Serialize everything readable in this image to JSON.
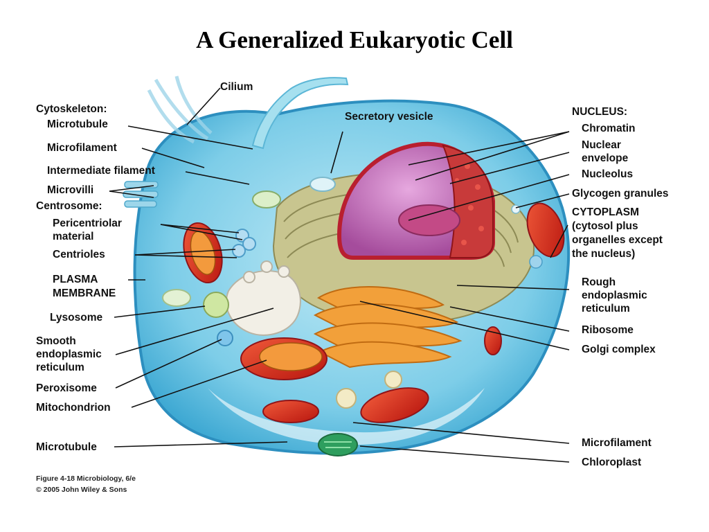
{
  "title": "A Generalized Eukaryotic Cell",
  "labels": {
    "cilium": "Cilium",
    "cytoskeleton": "Cytoskeleton:",
    "microtubule_top": "Microtubule",
    "microfilament_left": "Microfilament",
    "intermediate_filament": "Intermediate filament",
    "microvilli": "Microvilli",
    "centrosome": "Centrosome:",
    "pericentriolar_1": "Pericentriolar",
    "pericentriolar_2": "material",
    "centrioles": "Centrioles",
    "plasma_1": "PLASMA",
    "plasma_2": "MEMBRANE",
    "lysosome": "Lysosome",
    "smooth_er_1": "Smooth",
    "smooth_er_2": "endoplasmic",
    "smooth_er_3": "reticulum",
    "peroxisome": "Peroxisome",
    "mitochondrion": "Mitochondrion",
    "microtubule_bottom": "Microtubule",
    "secretory_vesicle": "Secretory vesicle",
    "nucleus": "NUCLEUS:",
    "chromatin": "Chromatin",
    "nuclear_envelope_1": "Nuclear",
    "nuclear_envelope_2": "envelope",
    "nucleolus": "Nucleolus",
    "glycogen": "Glycogen granules",
    "cytoplasm_1": "CYTOPLASM",
    "cytoplasm_2": "(cytosol plus",
    "cytoplasm_3": "organelles except",
    "cytoplasm_4": "the nucleus)",
    "rough_er_1": "Rough",
    "rough_er_2": "endoplasmic",
    "rough_er_3": "reticulum",
    "ribosome": "Ribosome",
    "golgi": "Golgi complex",
    "microfilament_right": "Microfilament",
    "chloroplast": "Chloroplast"
  },
  "caption": {
    "line1": "Figure 4-18  Microbiology, 6/e",
    "line2": "© 2005 John Wiley & Sons"
  }
}
